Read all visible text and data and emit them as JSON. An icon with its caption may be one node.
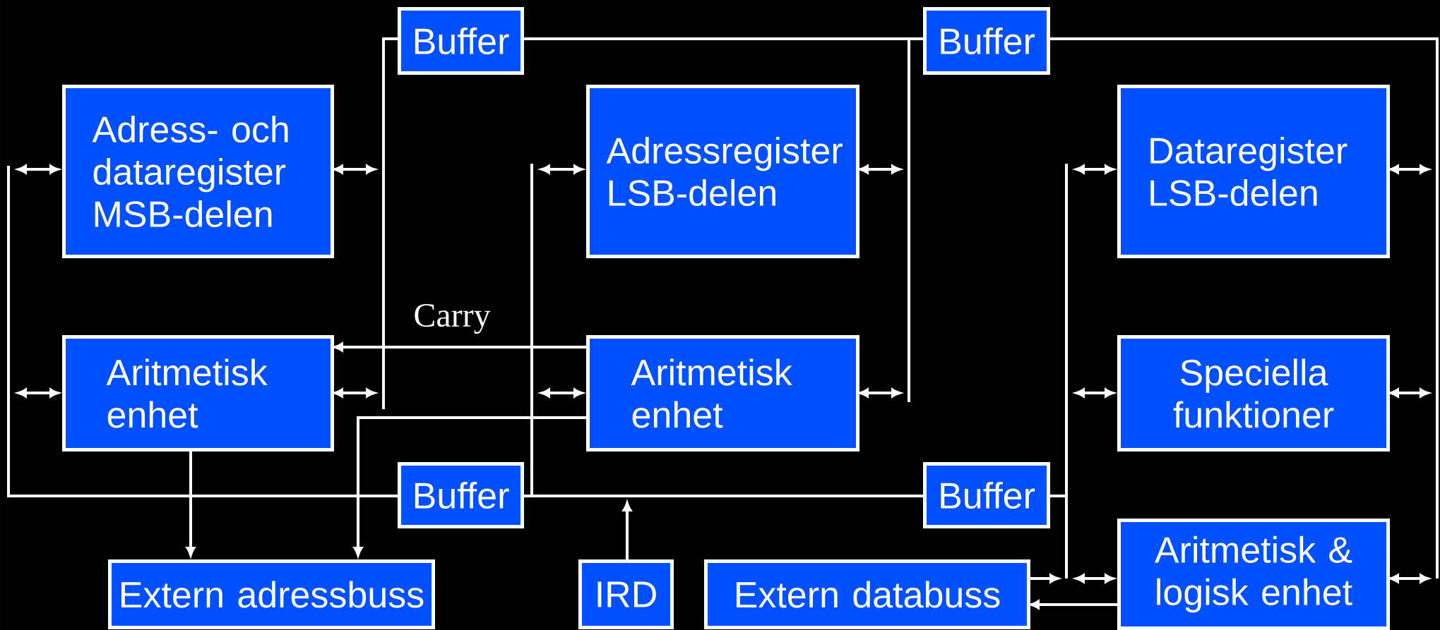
{
  "diagram": {
    "nodes": [
      {
        "text": [
          "Buffer"
        ]
      },
      {
        "text": [
          "Buffer"
        ]
      },
      {
        "text": [
          "Adress- och dataregister MSB-delen"
        ]
      },
      {
        "text": [
          "Adressregister LSB-delen"
        ]
      },
      {
        "text": [
          "Dataregister LSB-delen"
        ]
      },
      {
        "text": [
          "Aritmetisk enhet"
        ]
      },
      {
        "text": [
          "Aritmetisk enhet"
        ]
      },
      {
        "text": [
          "Speciella funktioner"
        ]
      },
      {
        "text": [
          "Buffer"
        ]
      },
      {
        "text": [
          "Buffer"
        ]
      },
      {
        "text": [
          "Extern adressbuss"
        ]
      },
      {
        "text": [
          "IRD"
        ]
      },
      {
        "text": [
          "Extern databuss"
        ]
      },
      {
        "text": [
          "Aritmetisk & logisk enhet"
        ]
      }
    ],
    "edges": [
      {
        "from": 0,
        "to": 1,
        "arrow": "none"
      },
      {
        "from": 8,
        "to": 9,
        "arrow": "none"
      },
      {
        "from": 11,
        "to": null,
        "arrow": "to"
      },
      {
        "from": 5,
        "to": 10,
        "arrow": "to"
      },
      {
        "from": 6,
        "to": 10,
        "arrow": "to"
      },
      {
        "from": 6,
        "to": 5,
        "arrow": "to",
        "label": "Carry"
      },
      {
        "from": 12,
        "to": null,
        "arrow": "to"
      },
      {
        "from": 13,
        "to": 12,
        "arrow": "to"
      },
      {
        "from": 0,
        "to": null,
        "arrow": "none"
      },
      {
        "from": 8,
        "to": null,
        "arrow": "none"
      },
      {
        "from": 9,
        "to": null,
        "arrow": "none"
      },
      {
        "from": 1,
        "to": null,
        "arrow": "none"
      },
      {
        "from": null,
        "to": 2,
        "arrow": "both"
      },
      {
        "from": null,
        "to": 2,
        "arrow": "both"
      },
      {
        "from": null,
        "to": 5,
        "arrow": "both"
      },
      {
        "from": null,
        "to": 5,
        "arrow": "both"
      },
      {
        "from": null,
        "to": 3,
        "arrow": "both"
      },
      {
        "from": null,
        "to": 3,
        "arrow": "both"
      },
      {
        "from": null,
        "to": 6,
        "arrow": "both"
      },
      {
        "from": null,
        "to": 6,
        "arrow": "both"
      },
      {
        "from": null,
        "to": 4,
        "arrow": "both"
      },
      {
        "from": null,
        "to": 4,
        "arrow": "both"
      },
      {
        "from": null,
        "to": 7,
        "arrow": "both"
      },
      {
        "from": null,
        "to": 7,
        "arrow": "both"
      },
      {
        "from": null,
        "to": 13,
        "arrow": "both"
      },
      {
        "from": null,
        "to": 13,
        "arrow": "both"
      }
    ]
  }
}
